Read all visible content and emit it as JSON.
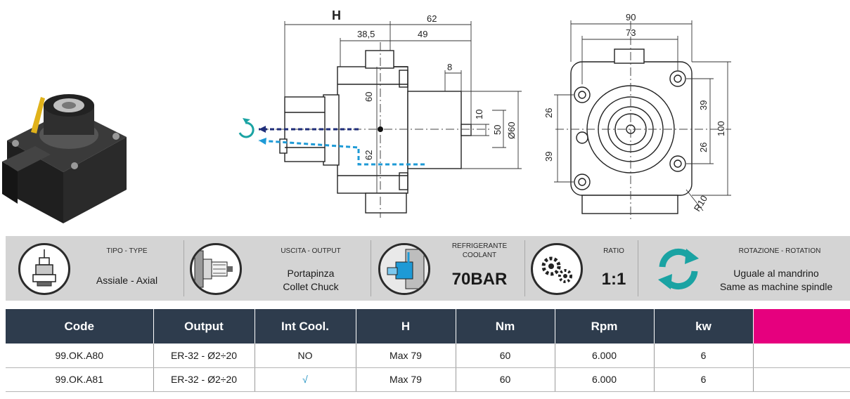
{
  "drawing_dimensions": {
    "h_label": "H",
    "front_view": [
      "62",
      "38,5",
      "49",
      "8",
      "60",
      "62",
      "10",
      "50",
      "Ø60"
    ],
    "side_view": [
      "90",
      "73",
      "26",
      "39",
      "39",
      "26",
      "100",
      "R10"
    ]
  },
  "specs": [
    {
      "label": "TIPO - TYPE",
      "value_lines": [
        "Assiale - Axial"
      ],
      "icon": "axial-tool-icon"
    },
    {
      "label": "USCITA - OUTPUT",
      "value_lines": [
        "Portapinza",
        "Collet Chuck"
      ],
      "icon": "collet-chuck-icon"
    },
    {
      "label_lines": [
        "REFRIGERANTE",
        "COOLANT"
      ],
      "value": "70BAR",
      "icon": "coolant-icon"
    },
    {
      "label": "RATIO",
      "value": "1:1",
      "icon": "gears-icon"
    },
    {
      "label": "ROTAZIONE - ROTATION",
      "value_lines": [
        "Uguale al mandrino",
        "Same as machine spindle"
      ],
      "icon": "rotation-icon"
    }
  ],
  "table": {
    "headers": [
      "Code",
      "Output",
      "Int Cool.",
      "H",
      "Nm",
      "Rpm",
      "kw",
      ""
    ],
    "rows": [
      [
        "99.OK.A80",
        "ER-32 - Ø2÷20",
        "NO",
        "Max 79",
        "60",
        "6.000",
        "6",
        ""
      ],
      [
        "99.OK.A81",
        "ER-32 - Ø2÷20",
        "√",
        "Max 79",
        "60",
        "6.000",
        "6",
        ""
      ]
    ]
  },
  "colors": {
    "header_bg": "#2e3c4d",
    "accent": "#e6007e",
    "band_bg": "#d4d4d4",
    "coolant_blue": "#1e9ad6",
    "rotation_teal": "#1aa3a3"
  }
}
